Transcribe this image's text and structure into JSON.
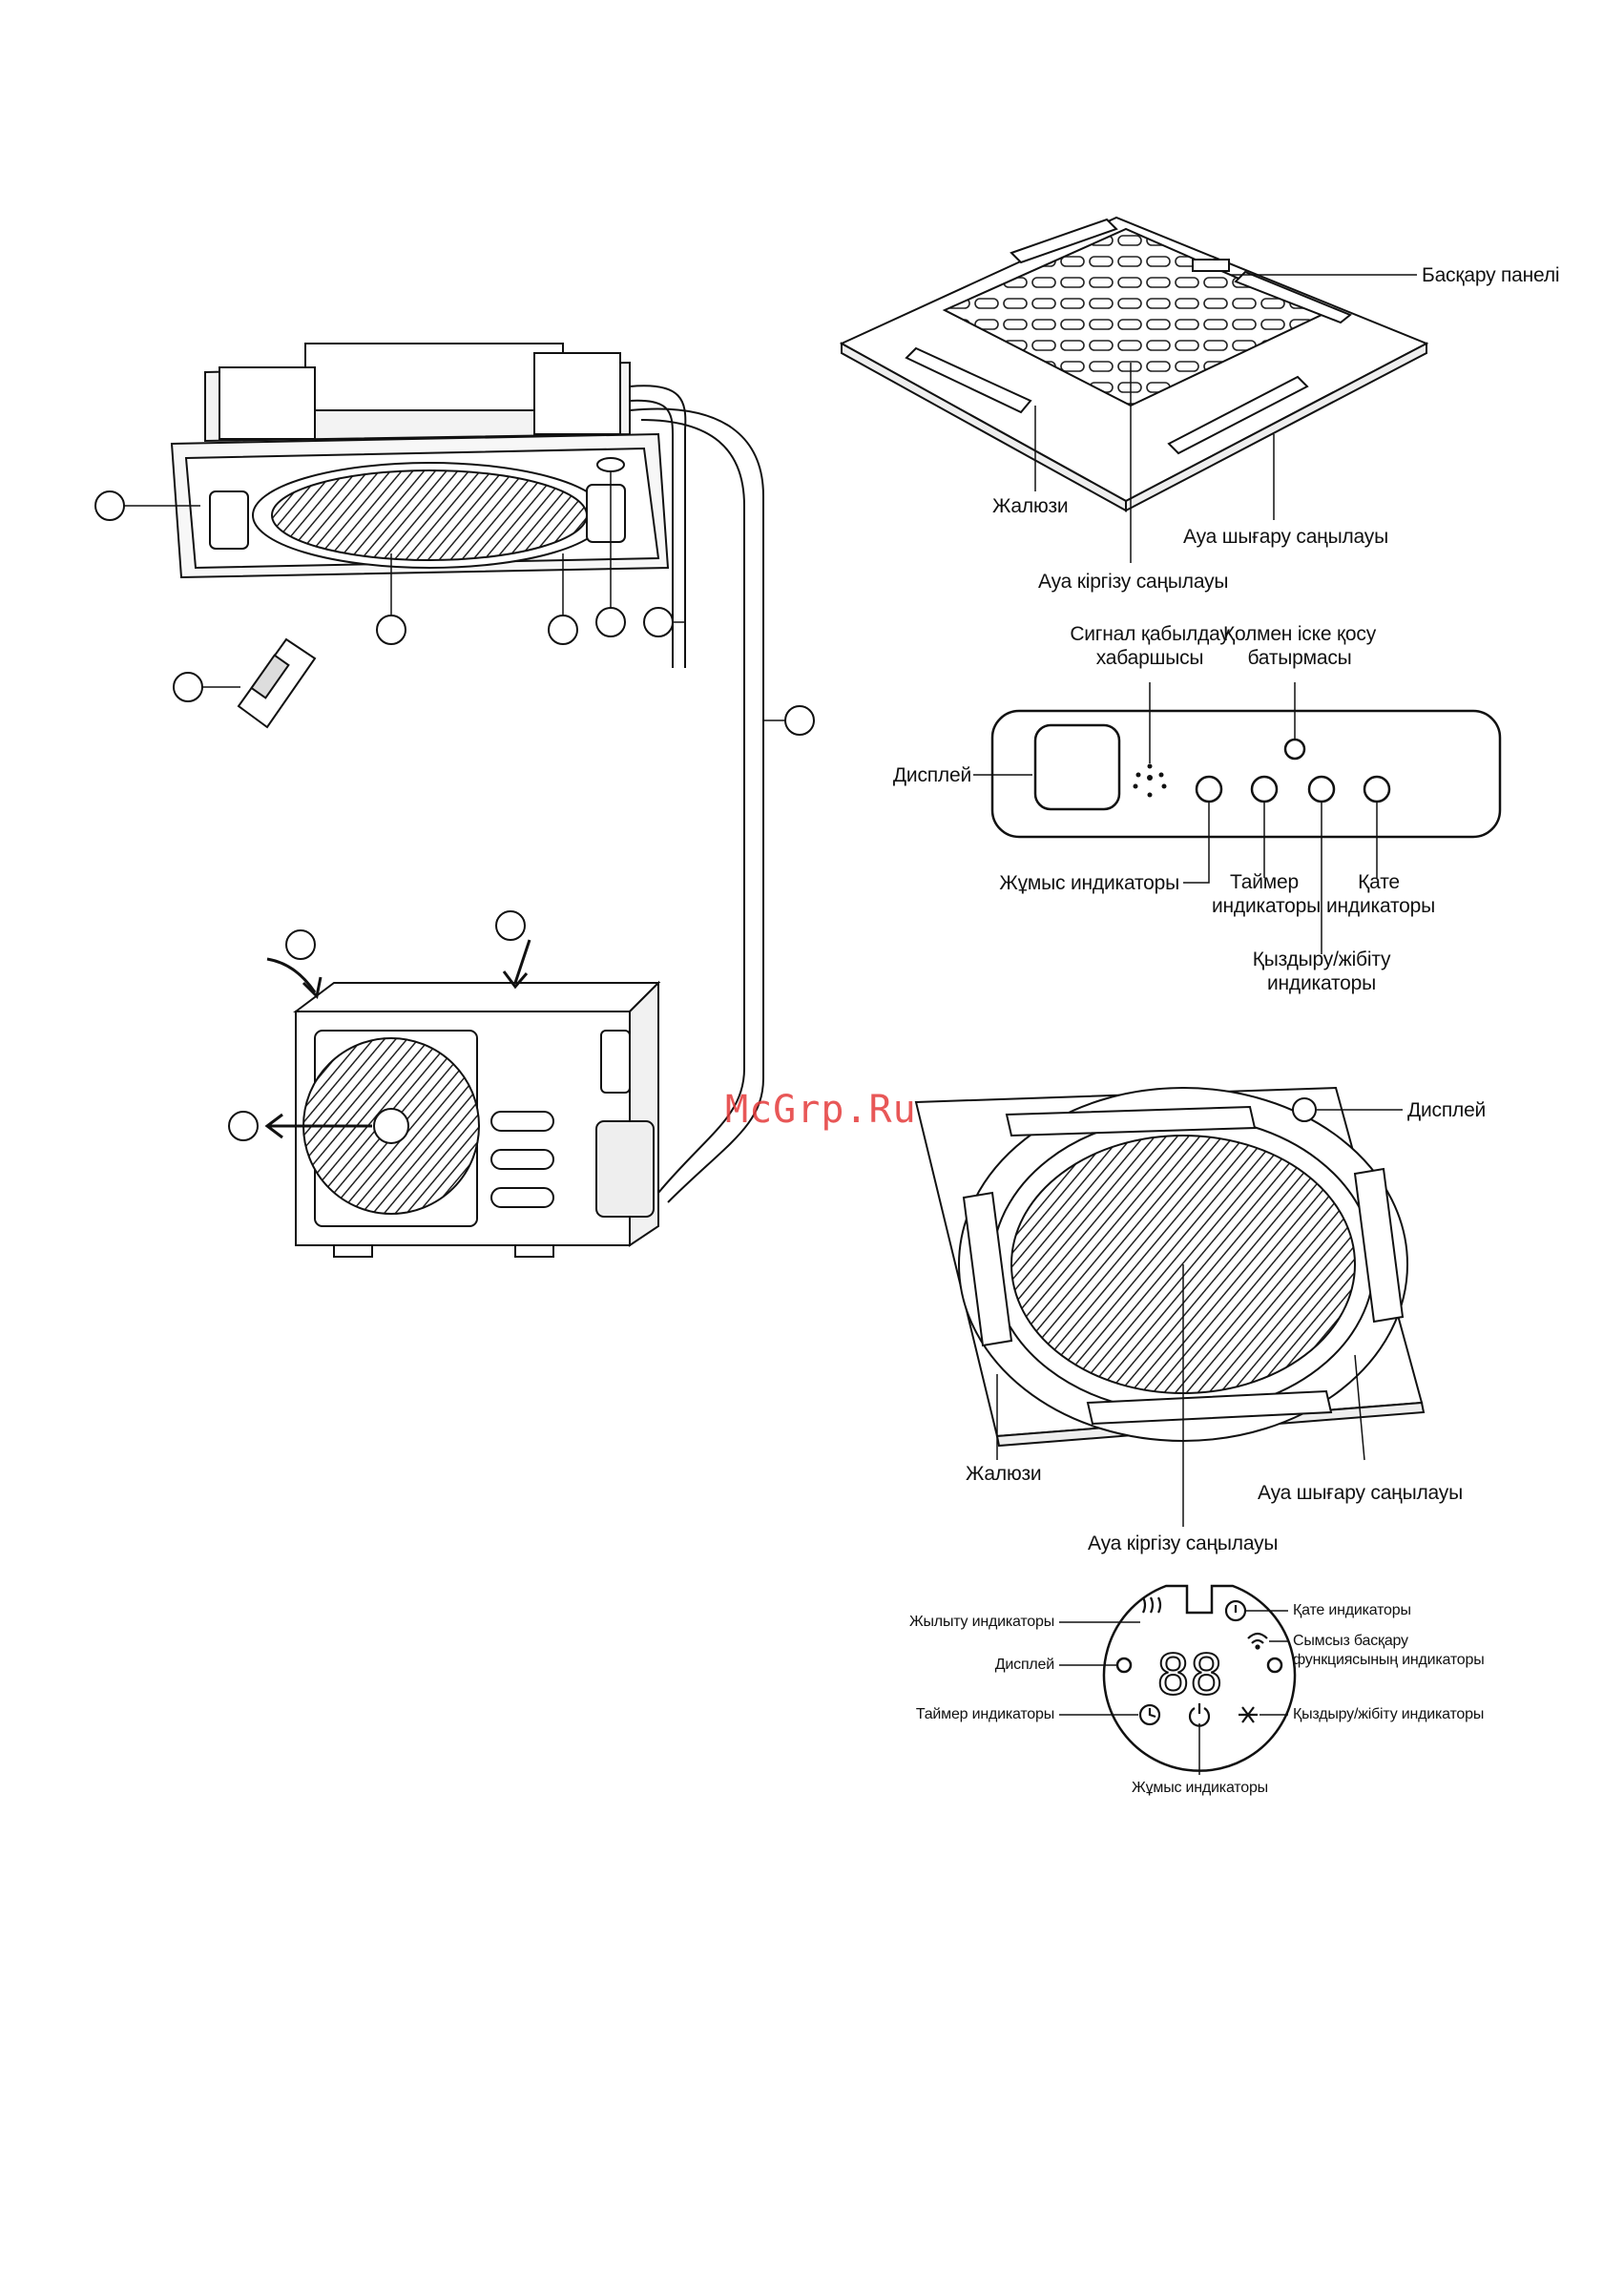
{
  "cassette_panel_labels": {
    "control_panel": "Басқару панелі",
    "louver": "Жалюзи",
    "air_outlet": "Ауа шығару саңылауы",
    "air_inlet": "Ауа кіргізу саңылауы"
  },
  "control_panel_labels": {
    "signal_receiver_line1": "Сигнал қабылдау",
    "signal_receiver_line2": "хабаршысы",
    "manual_button_line1": "Қолмен іске қосу",
    "manual_button_line2": "батырмасы",
    "display": "Дисплей",
    "run_indicator": "Жұмыс индикаторы",
    "timer_line1": "Таймер",
    "timer_line2": "индикаторы",
    "error_line1": "Қате",
    "error_line2": "индикаторы",
    "defrost_line1": "Қыздыру/жібіту",
    "defrost_line2": "индикаторы"
  },
  "round_panel_labels": {
    "display": "Дисплей",
    "louver": "Жалюзи",
    "air_outlet": "Ауа шығару саңылауы",
    "air_inlet": "Ауа кіргізу саңылауы"
  },
  "round_display_labels": {
    "heating": "Жылыту индикаторы",
    "display": "Дисплей",
    "timer": "Таймер индикаторы",
    "error": "Қате индикаторы",
    "wireless_line1": "Сымсыз басқару",
    "wireless_line2": "функциясының индикаторы",
    "defrost": "Қыздыру/жібіту индикаторы",
    "run": "Жұмыс индикаторы",
    "digits": "88"
  },
  "watermark": "McGrp.Ru",
  "icons": [
    "fan-grille-icon",
    "remote-control-icon",
    "snowflake-icon",
    "clock-icon",
    "power-icon",
    "wifi-icon",
    "alert-icon",
    "heat-icon"
  ]
}
